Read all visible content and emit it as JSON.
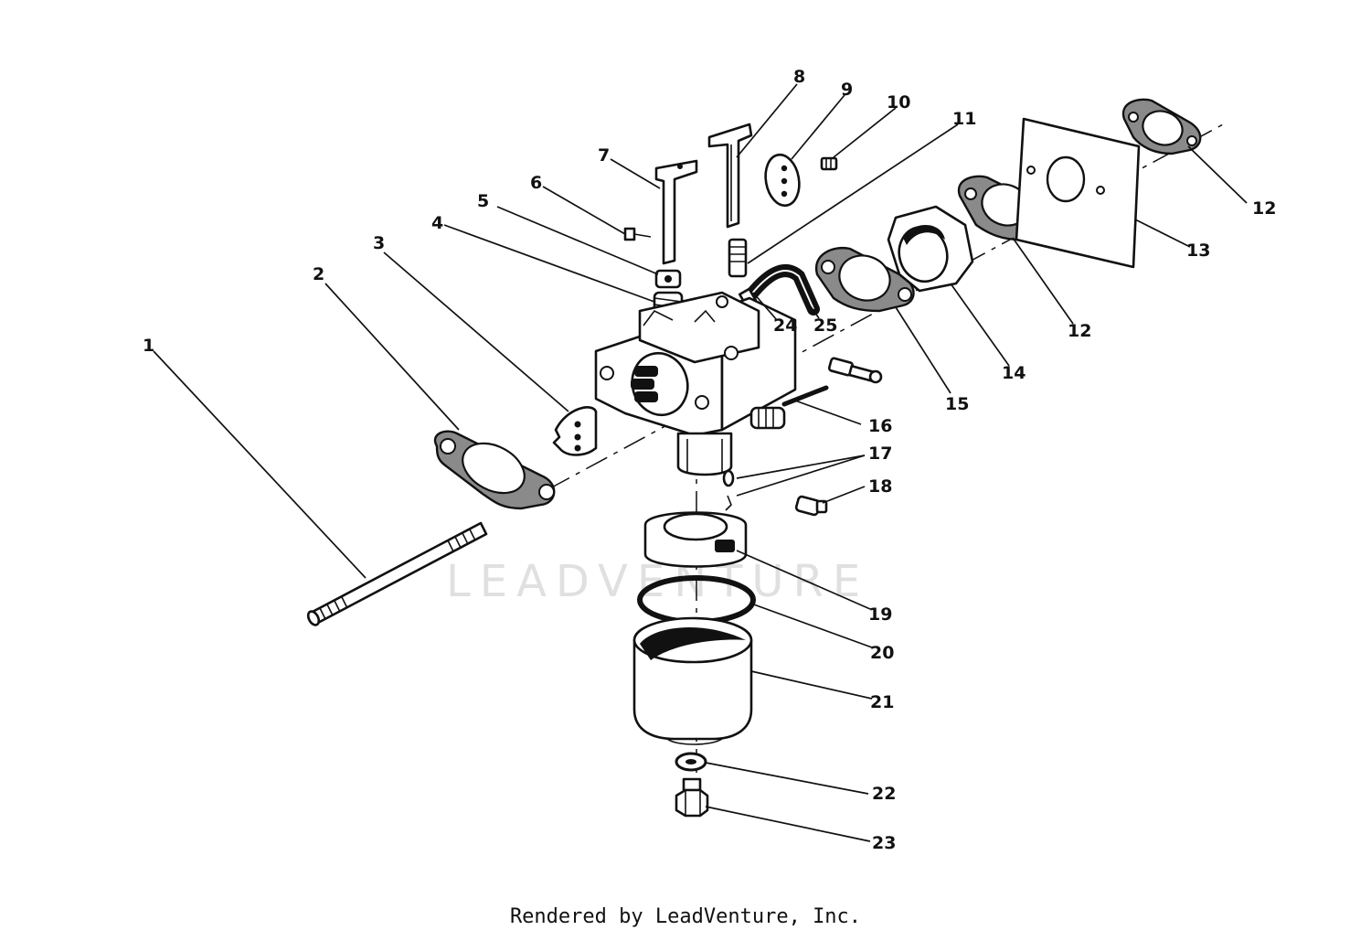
{
  "watermark": "LEADVENTURE",
  "credit": "Rendered by LeadVenture, Inc.",
  "callouts": [
    "1",
    "2",
    "3",
    "4",
    "5",
    "6",
    "7",
    "8",
    "9",
    "10",
    "11",
    "12",
    "12",
    "13",
    "14",
    "15",
    "16",
    "17",
    "18",
    "19",
    "20",
    "21",
    "22",
    "23",
    "24",
    "25"
  ]
}
